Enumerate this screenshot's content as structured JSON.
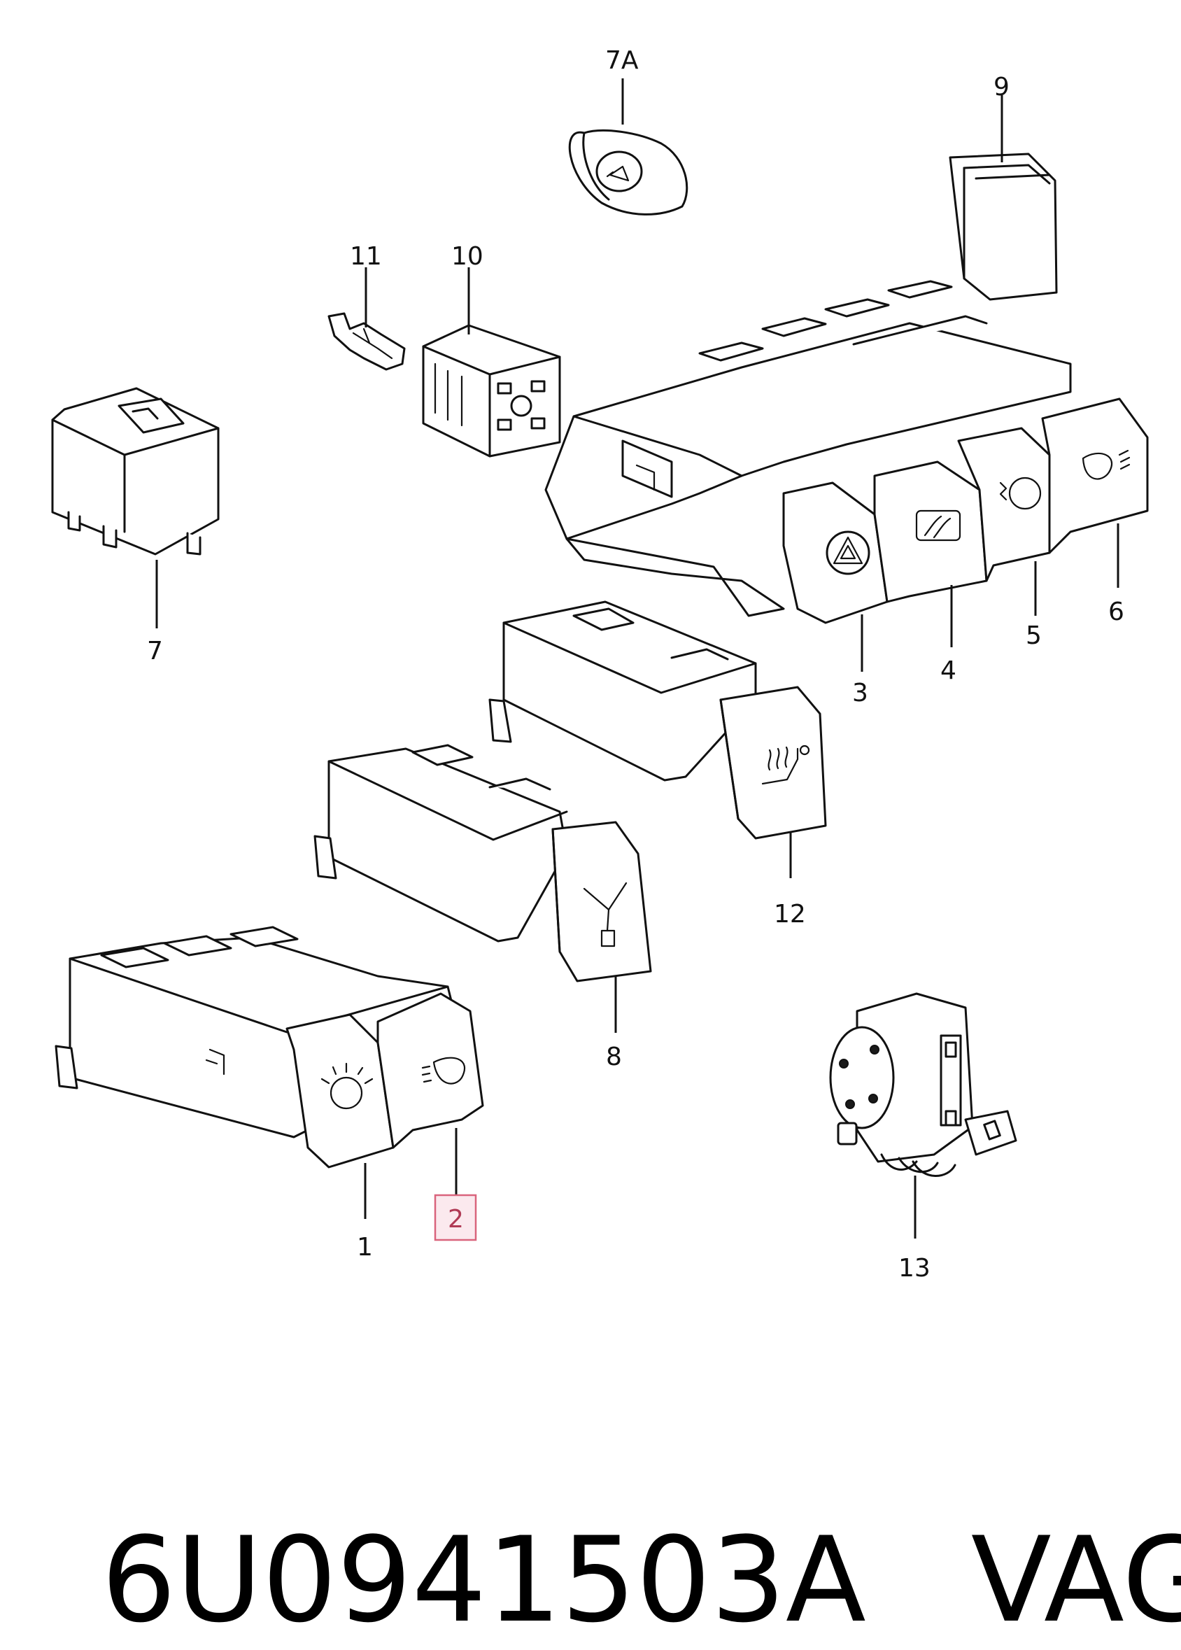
{
  "callouts": {
    "c7a": "7A",
    "c9": "9",
    "c11": "11",
    "c10": "10",
    "c7": "7",
    "c3": "3",
    "c4": "4",
    "c5": "5",
    "c6": "6",
    "c12": "12",
    "c8": "8",
    "c1": "1",
    "c2": "2",
    "c13": "13"
  },
  "highlighted_callout": "2",
  "footer": {
    "part_number": "6U0941503A",
    "brand": "VAG"
  },
  "colors": {
    "line": "#111111",
    "highlight_border": "#d9647c",
    "highlight_fill": "#fbe9ee"
  },
  "icons": [
    "horn-icon",
    "hazard-icon",
    "rear-defrost-icon",
    "fog-light-icon",
    "rear-fog-light-icon",
    "seat-heater-icon",
    "interior-light-icon",
    "headlight-range-icon"
  ]
}
